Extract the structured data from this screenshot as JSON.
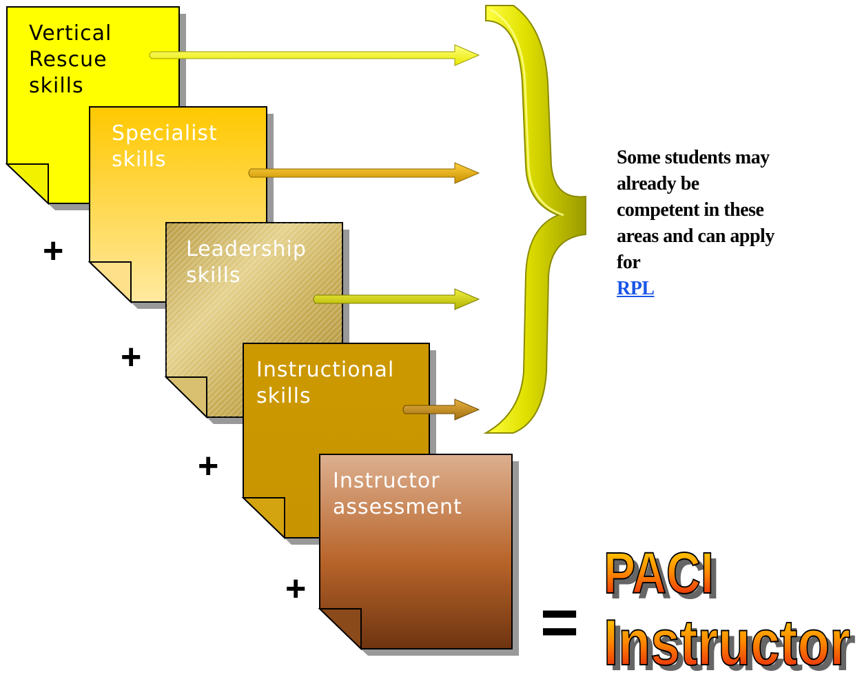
{
  "cards": [
    {
      "label": "Vertical\nRescue\nskills",
      "text_color": "#000000",
      "fill": "#ffff00"
    },
    {
      "label": "Specialist\nskills",
      "text_color": "#ffffff",
      "fill": "#ffd24a"
    },
    {
      "label": "Leadership\nskills",
      "text_color": "#ffffff",
      "fill": "#cfb45a"
    },
    {
      "label": "Instructional\nskills",
      "text_color": "#ffffff",
      "fill": "#cc9900"
    },
    {
      "label": "Instructor\nassessment",
      "text_color": "#ffffff",
      "fill": "#c27a40"
    }
  ],
  "plus_symbols": [
    "+",
    "+",
    "+",
    "+"
  ],
  "equals_symbol": "=",
  "note": {
    "text": "Some students may already be competent in these areas and can apply for",
    "link_text": "RPL"
  },
  "result": {
    "line1": "PACI",
    "line2": "Instructor"
  },
  "colors": {
    "brace": "#d8d800",
    "arrow_yellow": "#ffff33",
    "arrow_gold": "#e8b800",
    "link": "#1a55e8",
    "result_top": "#ffd400",
    "result_bottom": "#e01010"
  }
}
